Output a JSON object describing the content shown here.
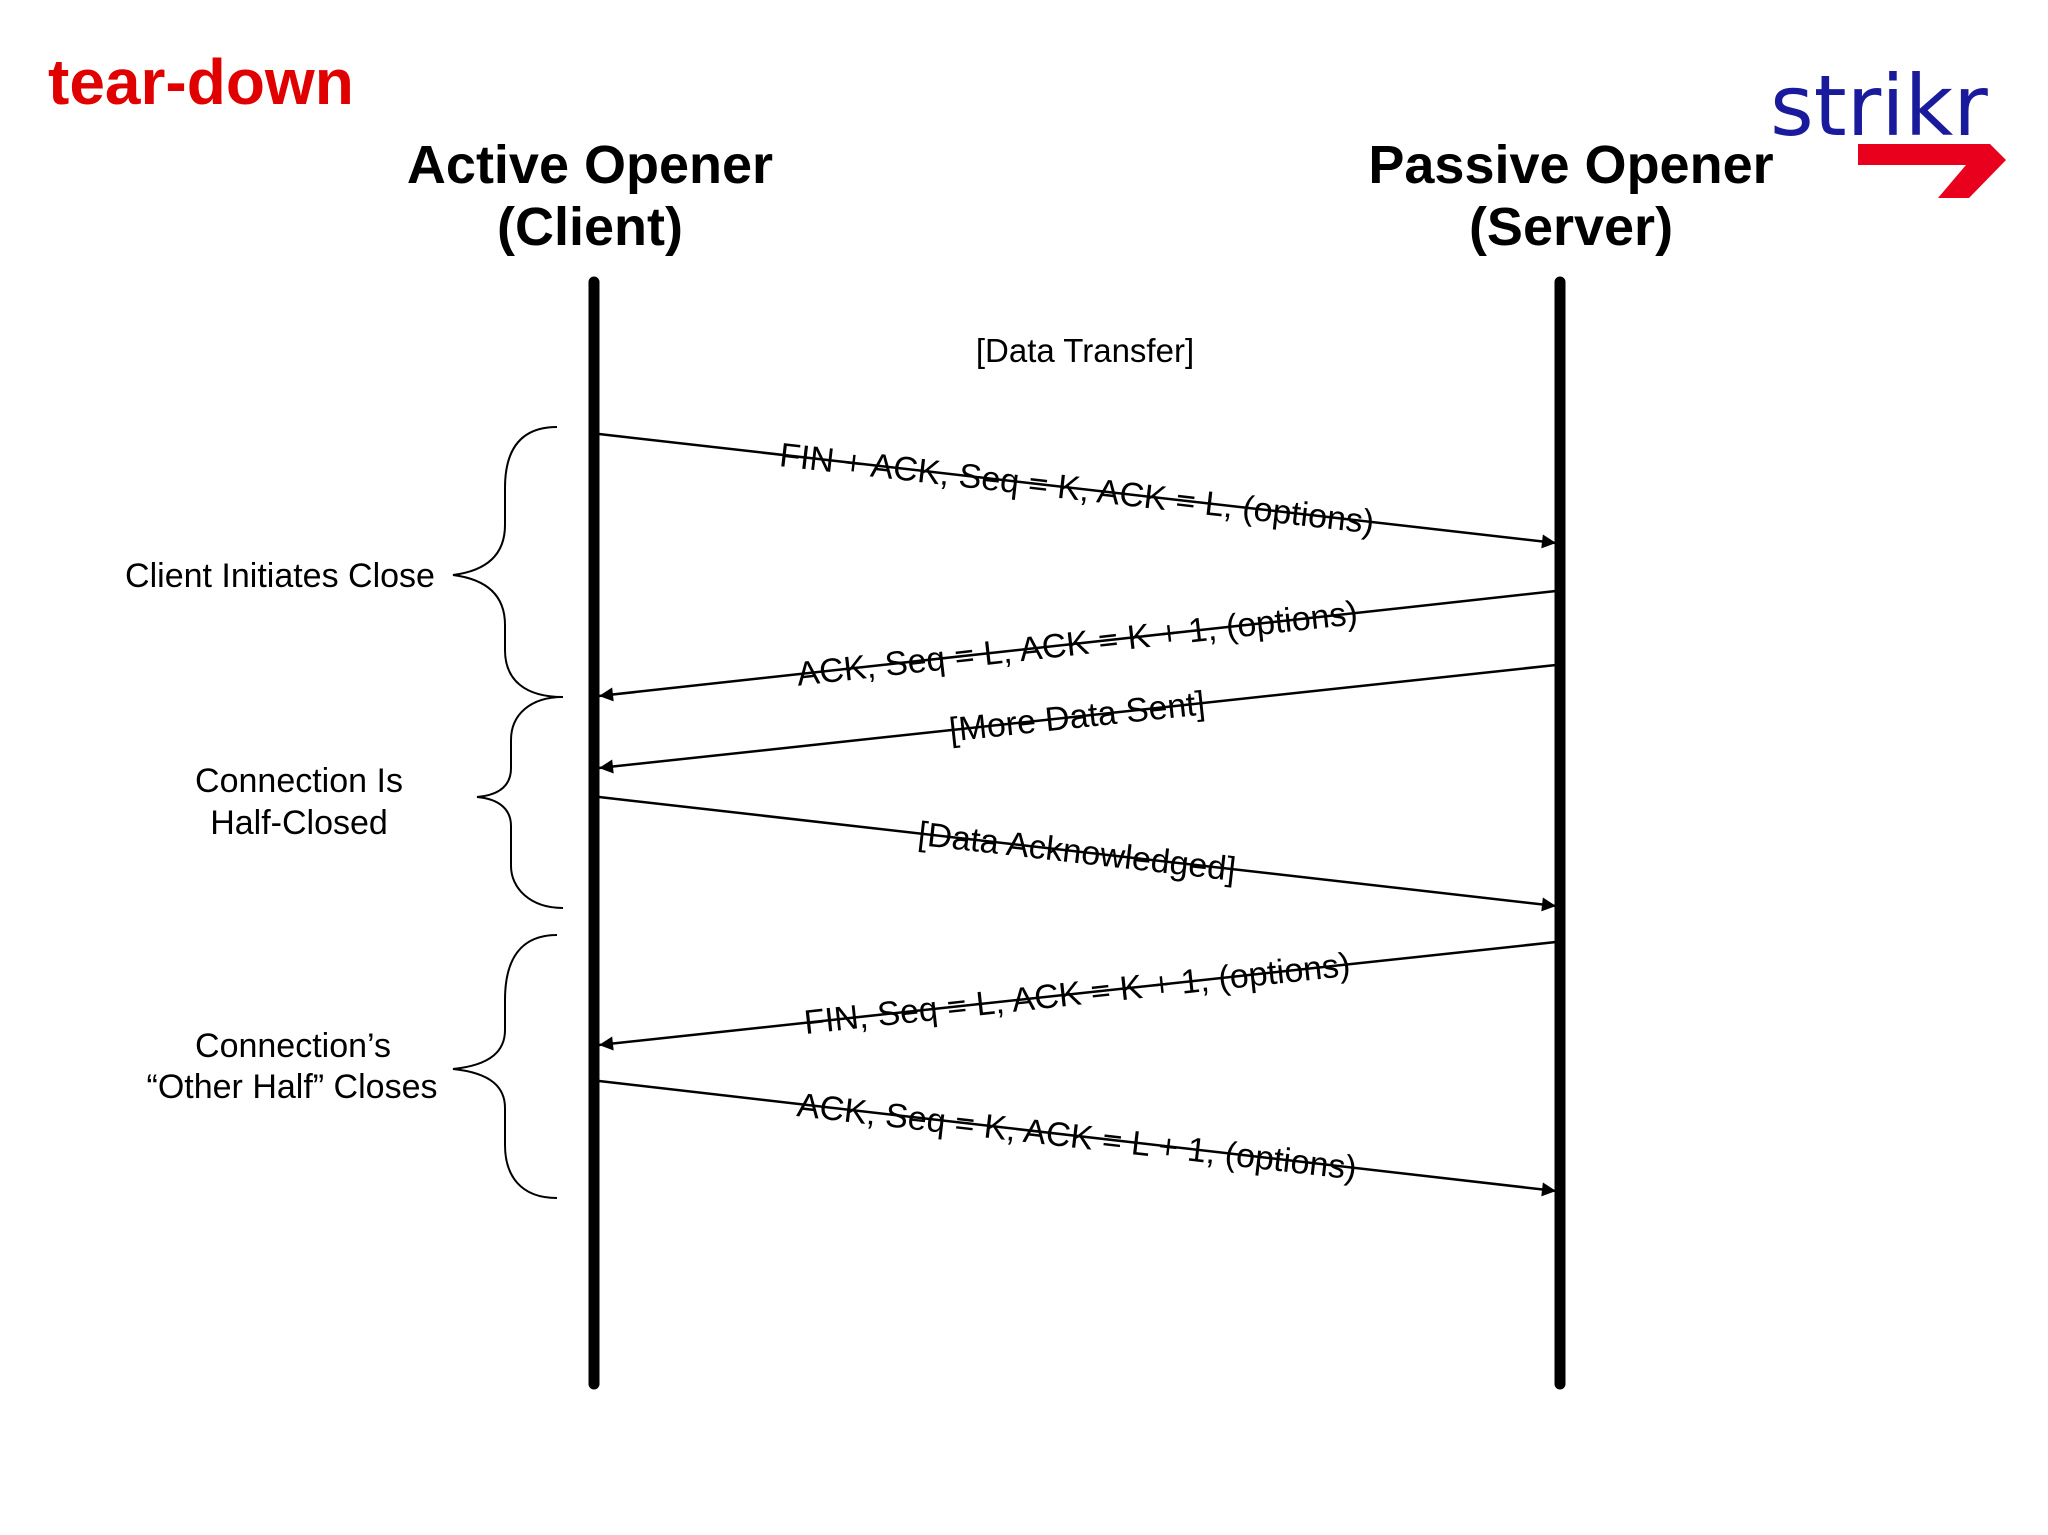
{
  "slide": {
    "title": "tear-down",
    "title_color": "#e00000"
  },
  "brand": {
    "name": "strikr",
    "text_color": "#1a1a9c",
    "arrow_color": "#e8001c",
    "logo_icon": "red-arrow-icon"
  },
  "diagram": {
    "lifelines": {
      "client": {
        "line1": "Active Opener",
        "line2": "(Client)"
      },
      "server": {
        "line1": "Passive Opener",
        "line2": "(Server)"
      }
    },
    "data_transfer_label": "[Data Transfer]",
    "messages": [
      {
        "label": "FIN + ACK, Seq = K, ACK = L, (options)",
        "from": "client",
        "to": "server"
      },
      {
        "label": "ACK, Seq = L, ACK = K + 1, (options)",
        "from": "server",
        "to": "client"
      },
      {
        "label": "[More Data Sent]",
        "from": "server",
        "to": "client"
      },
      {
        "label": "[Data Acknowledged]",
        "from": "client",
        "to": "server"
      },
      {
        "label": "FIN, Seq = L, ACK = K + 1, (options)",
        "from": "server",
        "to": "client"
      },
      {
        "label": "ACK, Seq = K, ACK = L + 1, (options)",
        "from": "client",
        "to": "server"
      }
    ],
    "phases": [
      {
        "line1": "Client Initiates Close",
        "line2": ""
      },
      {
        "line1": "Connection Is",
        "line2": "Half-Closed"
      },
      {
        "line1": "Connection’s",
        "line2": "“Other Half” Closes"
      }
    ]
  }
}
